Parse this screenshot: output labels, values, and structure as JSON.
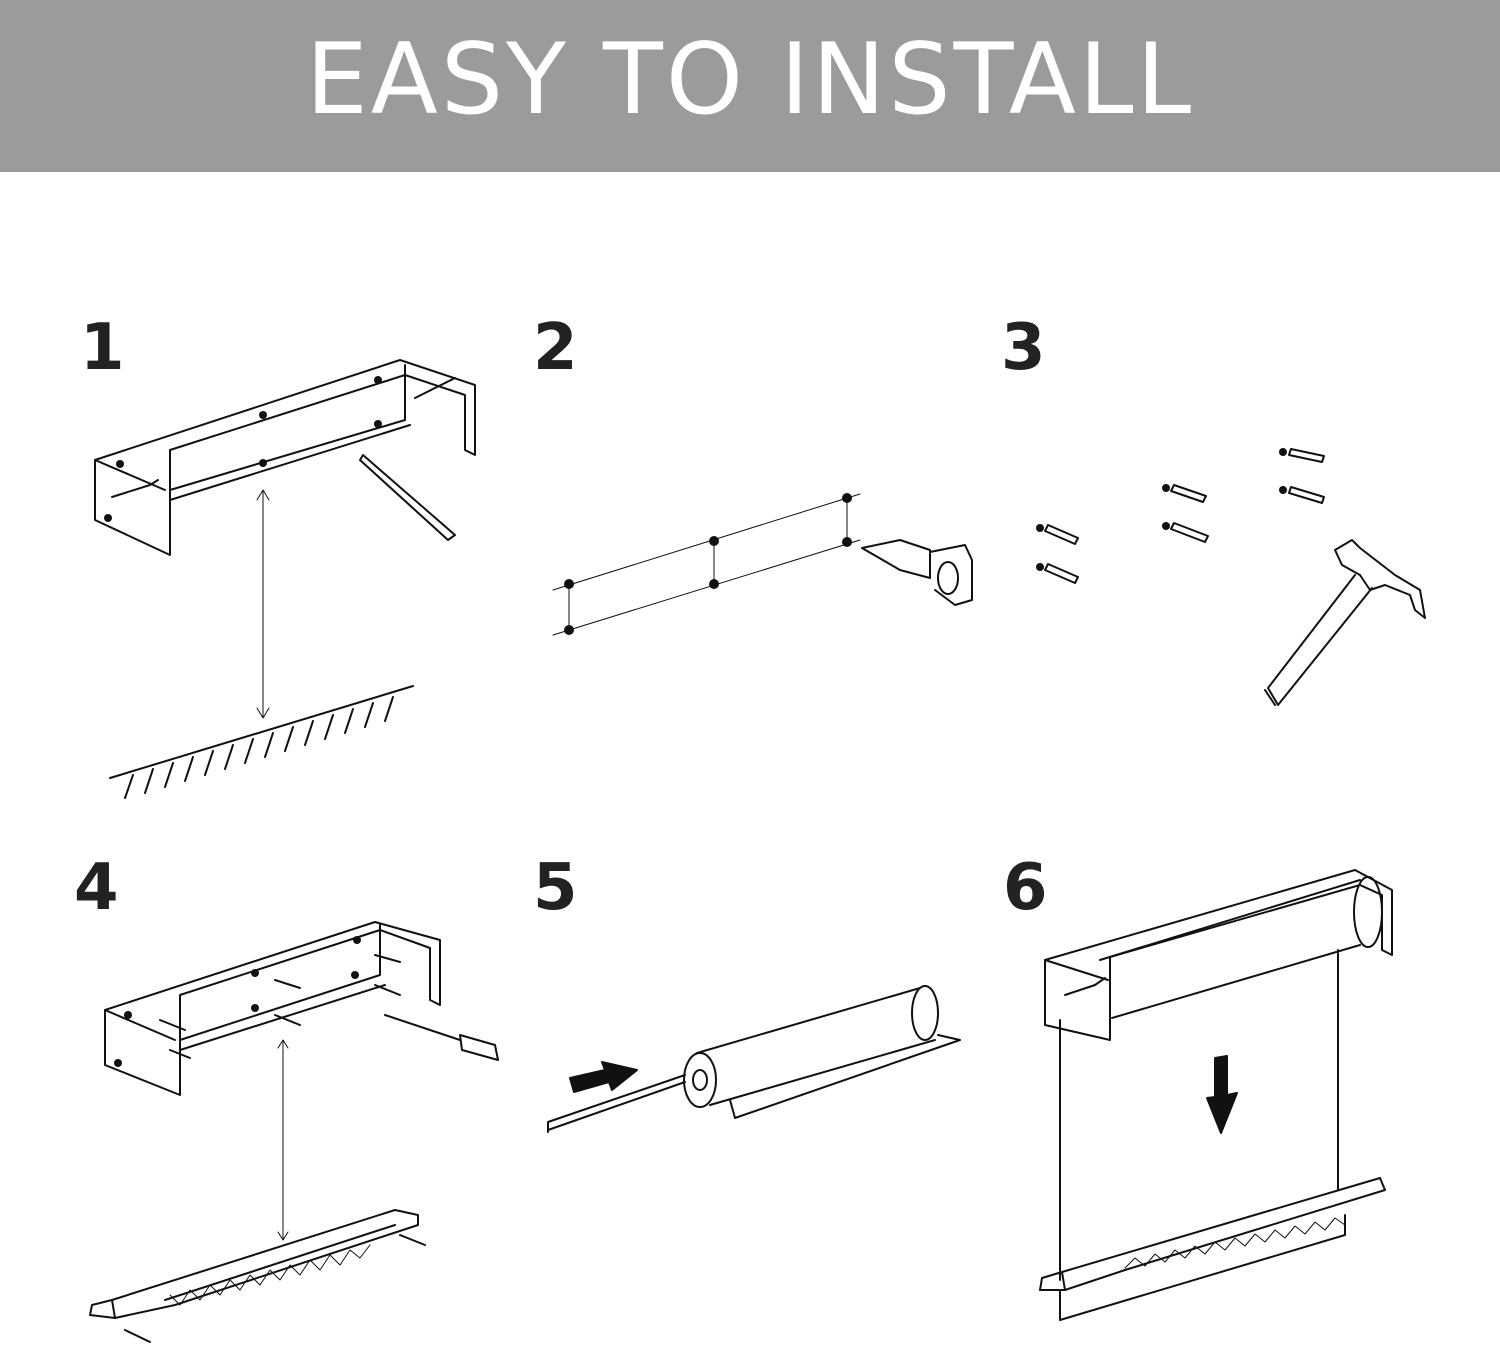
{
  "header": {
    "title": "EASY TO INSTALL",
    "background_color": "#9b9b9b"
  },
  "steps": [
    {
      "number": "1",
      "illustration": "bracket-measure-mark-icon"
    },
    {
      "number": "2",
      "illustration": "drill-holes-icon"
    },
    {
      "number": "3",
      "illustration": "hammer-anchors-icon"
    },
    {
      "number": "4",
      "illustration": "screw-brackets-icon"
    },
    {
      "number": "5",
      "illustration": "insert-rod-icon"
    },
    {
      "number": "6",
      "illustration": "hang-shade-icon"
    }
  ]
}
